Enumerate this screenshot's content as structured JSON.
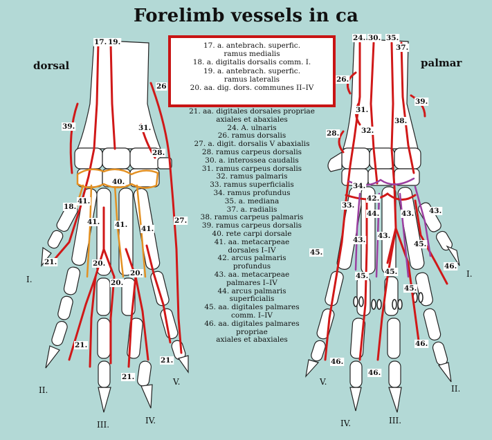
{
  "title": "Forelimb vessels in ca",
  "views": {
    "dorsal": "dorsal",
    "palmar": "palmar"
  },
  "legend_boxed": [
    "17. a. antebrach. superfic.",
    "ramus medialis",
    "18. a. digitalis dorsalis comm. I.",
    "19. a. antebrach. superfic.",
    "ramus lateralis",
    "20. aa. dig. dors. communes II–IV"
  ],
  "legend": [
    "21. aa. digitales dorsales propriae",
    "axiales et abaxiales",
    "24. A. ulnaris",
    "26. ramus dorsalis",
    "27. a. digit. dorsalis V abaxialis",
    "28. ramus carpeus dorsalis",
    "30. a. interossea caudalis",
    "31. ramus carpeus dorsalis",
    "32. ramus palmaris",
    "33. ramus superficialis",
    "34. ramus profundus",
    "35. a. mediana",
    "37. a. radialis",
    "38. ramus carpeus palmaris",
    "39. ramus carpeus dorsalis",
    "40. rete carpi dorsale",
    "41. aa. metacarpeae",
    "dorsales I–IV",
    "42. arcus palmaris",
    "profundus",
    "43. aa. metacarpeae",
    "palmares I–IV",
    "44. arcus palmaris",
    "superficialis",
    "45. aa. digitales palmares",
    "comm. I–IV",
    "46. aa. digitales palmares",
    "propriae",
    "axiales et abaxiales"
  ],
  "dorsal_labels": {
    "n17": "17.",
    "n19": "19.",
    "n26": "26",
    "n39": "39.",
    "n31": "31.",
    "n28": "28.",
    "n40": "40.",
    "n18": "18.",
    "n41a": "41.",
    "n41b": "41.",
    "n41c": "41.",
    "n41d": "41.",
    "n27": "27.",
    "n21a": "21.",
    "n20a": "20.",
    "n20b": "20.",
    "n20c": "20.",
    "n21b": "21.",
    "n21c": "21.",
    "n21d": "21."
  },
  "palmar_labels": {
    "n24": "24.",
    "n30": "30.",
    "n35": "35.",
    "n37": "37.",
    "n26": "26.",
    "n39": "39.",
    "n31": "31.",
    "n38": "38.",
    "n28": "28.",
    "n32": "32.",
    "n34": "34.",
    "n33": "33.",
    "n42": "42.",
    "n44": "44.",
    "n43a": "43.",
    "n43b": "43.",
    "n43c": "43.",
    "n43d": "43.",
    "n45a": "45.",
    "n45b": "45.",
    "n45c": "45.",
    "n45d": "45.",
    "n45e": "45.",
    "n46a": "46.",
    "n46b": "46.",
    "n46c": "46.",
    "n46d": "46."
  },
  "digits_dorsal": {
    "I": "I.",
    "II": "II.",
    "III": "III.",
    "IV": "IV.",
    "V": "V."
  },
  "digits_palmar": {
    "I": "I.",
    "II": "II.",
    "III": "III.",
    "IV": "IV.",
    "V": "V."
  },
  "colors": {
    "background": "#b3d9d6",
    "artery": "#d01818",
    "dorsal_metacarpal": "#e39022",
    "palmar_metacarpal": "#9b3fa0",
    "highlight_border": "#c81414"
  }
}
